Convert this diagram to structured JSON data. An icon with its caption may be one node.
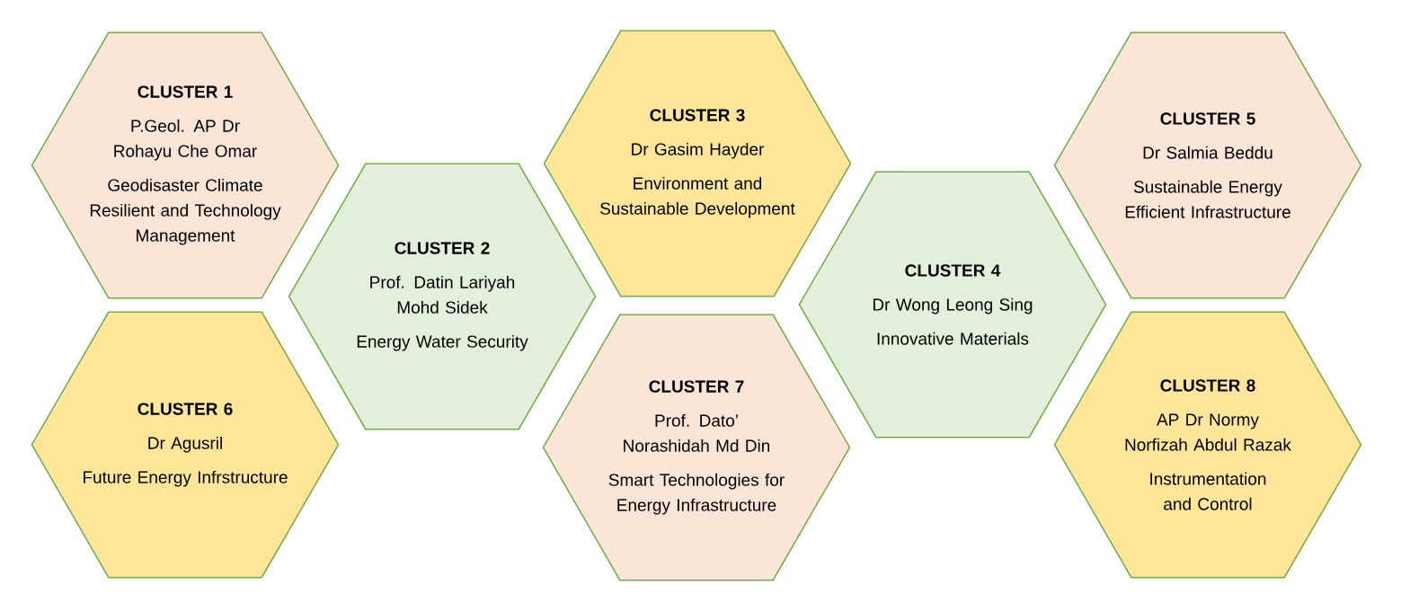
{
  "diagram": {
    "nodes": [
      {
        "text": [
          "CLUSTER 1",
          "P.Geol. AP Dr Rohayu Che Omar",
          "Geodisaster Climate Resilient and Technology Management"
        ]
      },
      {
        "text": [
          "CLUSTER 2",
          "Prof. Datin Lariyah Mohd Sidek",
          "Energy Water Security"
        ]
      },
      {
        "text": [
          "CLUSTER 3",
          "Dr Gasim Hayder",
          "Environment and Sustainable Development"
        ]
      },
      {
        "text": [
          "CLUSTER 4",
          "Dr Wong Leong Sing",
          "Innovative Materials"
        ]
      },
      {
        "text": [
          "CLUSTER 5",
          "Dr Salmia Beddu",
          "Sustainable Energy Efficient Infrastructure"
        ]
      },
      {
        "text": [
          "CLUSTER 6",
          "Dr Agusril",
          "Future Energy Infrstructure"
        ]
      },
      {
        "text": [
          "CLUSTER 7",
          "Prof. Dato’ Norashidah Md Din",
          "Smart Technologies for Energy Infrastructure"
        ]
      },
      {
        "text": [
          "CLUSTER 8",
          "AP Dr Normy Norfizah Abdul Razak",
          "Instrumentation and Control"
        ]
      }
    ]
  }
}
